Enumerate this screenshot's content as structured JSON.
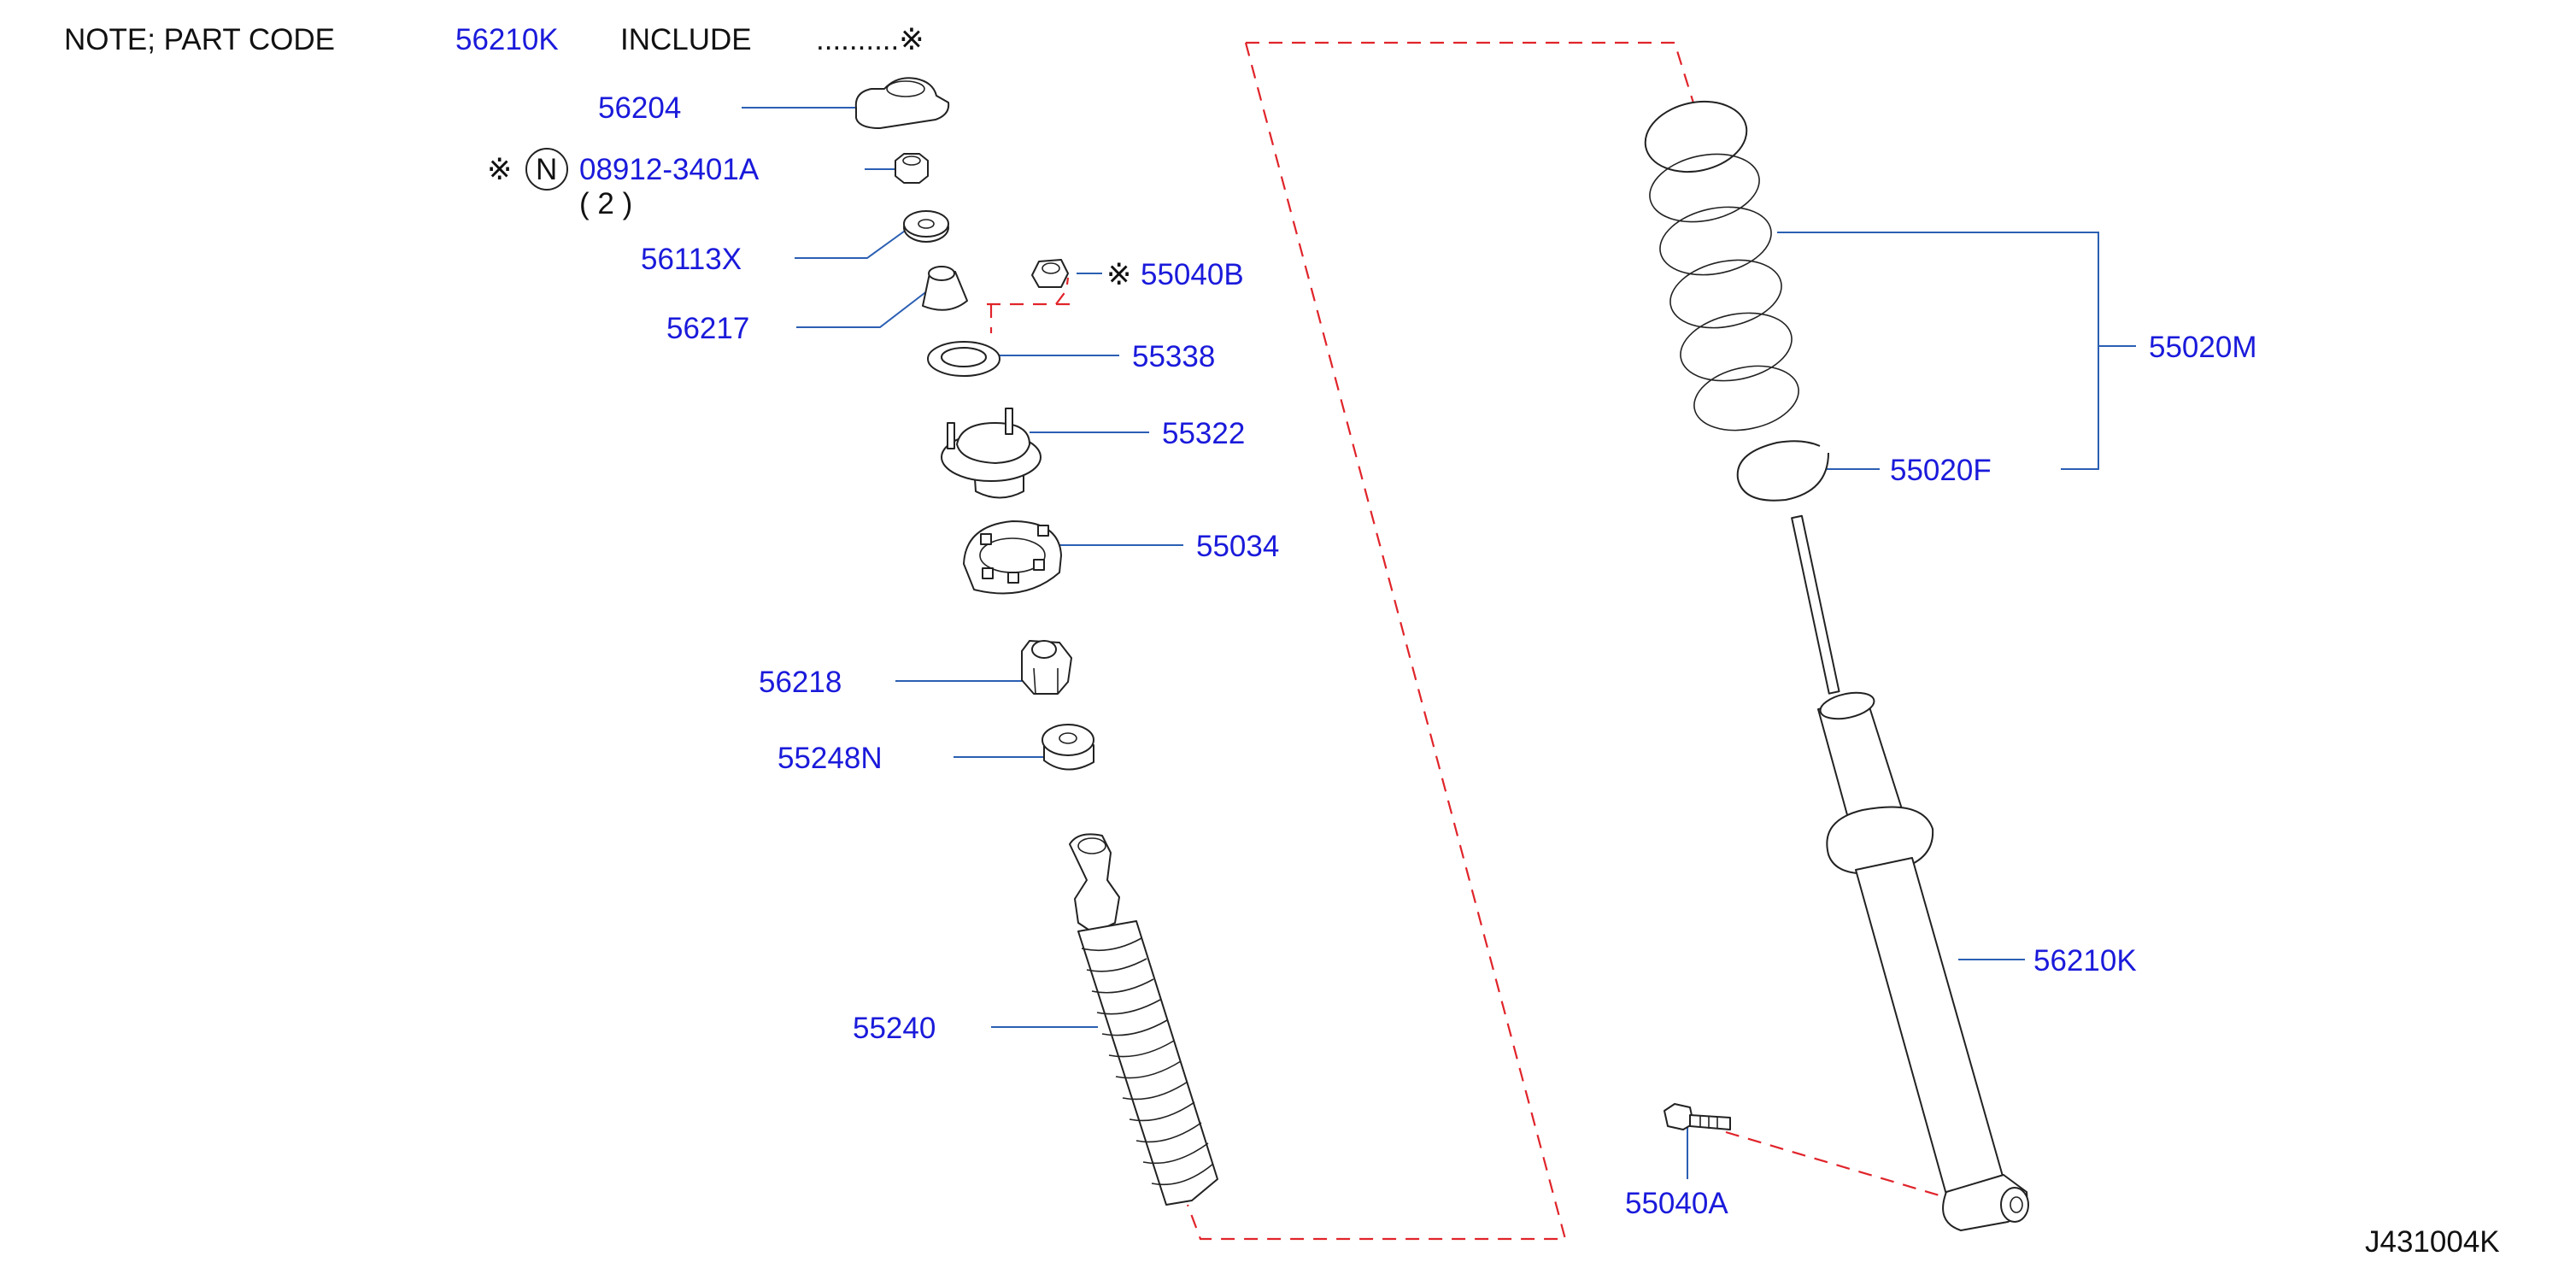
{
  "note": {
    "prefix": "NOTE;   PART   CODE",
    "code": "56210K",
    "include": "INCLUDE",
    "dots": "..........※"
  },
  "callouts": {
    "p56204": "56204",
    "star1": "※",
    "n_symbol": "N",
    "p08912": "08912-3401A",
    "qty": "(   2   )",
    "p56113X": "56113X",
    "p56217": "56217",
    "star2": "※",
    "p55040B": "55040B",
    "p55338": "55338",
    "p55322": "55322",
    "p55034": "55034",
    "p56218": "56218",
    "p55248N": "55248N",
    "p55240": "55240",
    "p55020M": "55020M",
    "p55020F": "55020F",
    "p56210K": "56210K",
    "p55040A": "55040A"
  },
  "diagram_id": "J431004K",
  "colors": {
    "label": "#1a1adb",
    "leader": "#2b5fb3",
    "dashed_link": "#e0242a",
    "outline": "#222222"
  }
}
